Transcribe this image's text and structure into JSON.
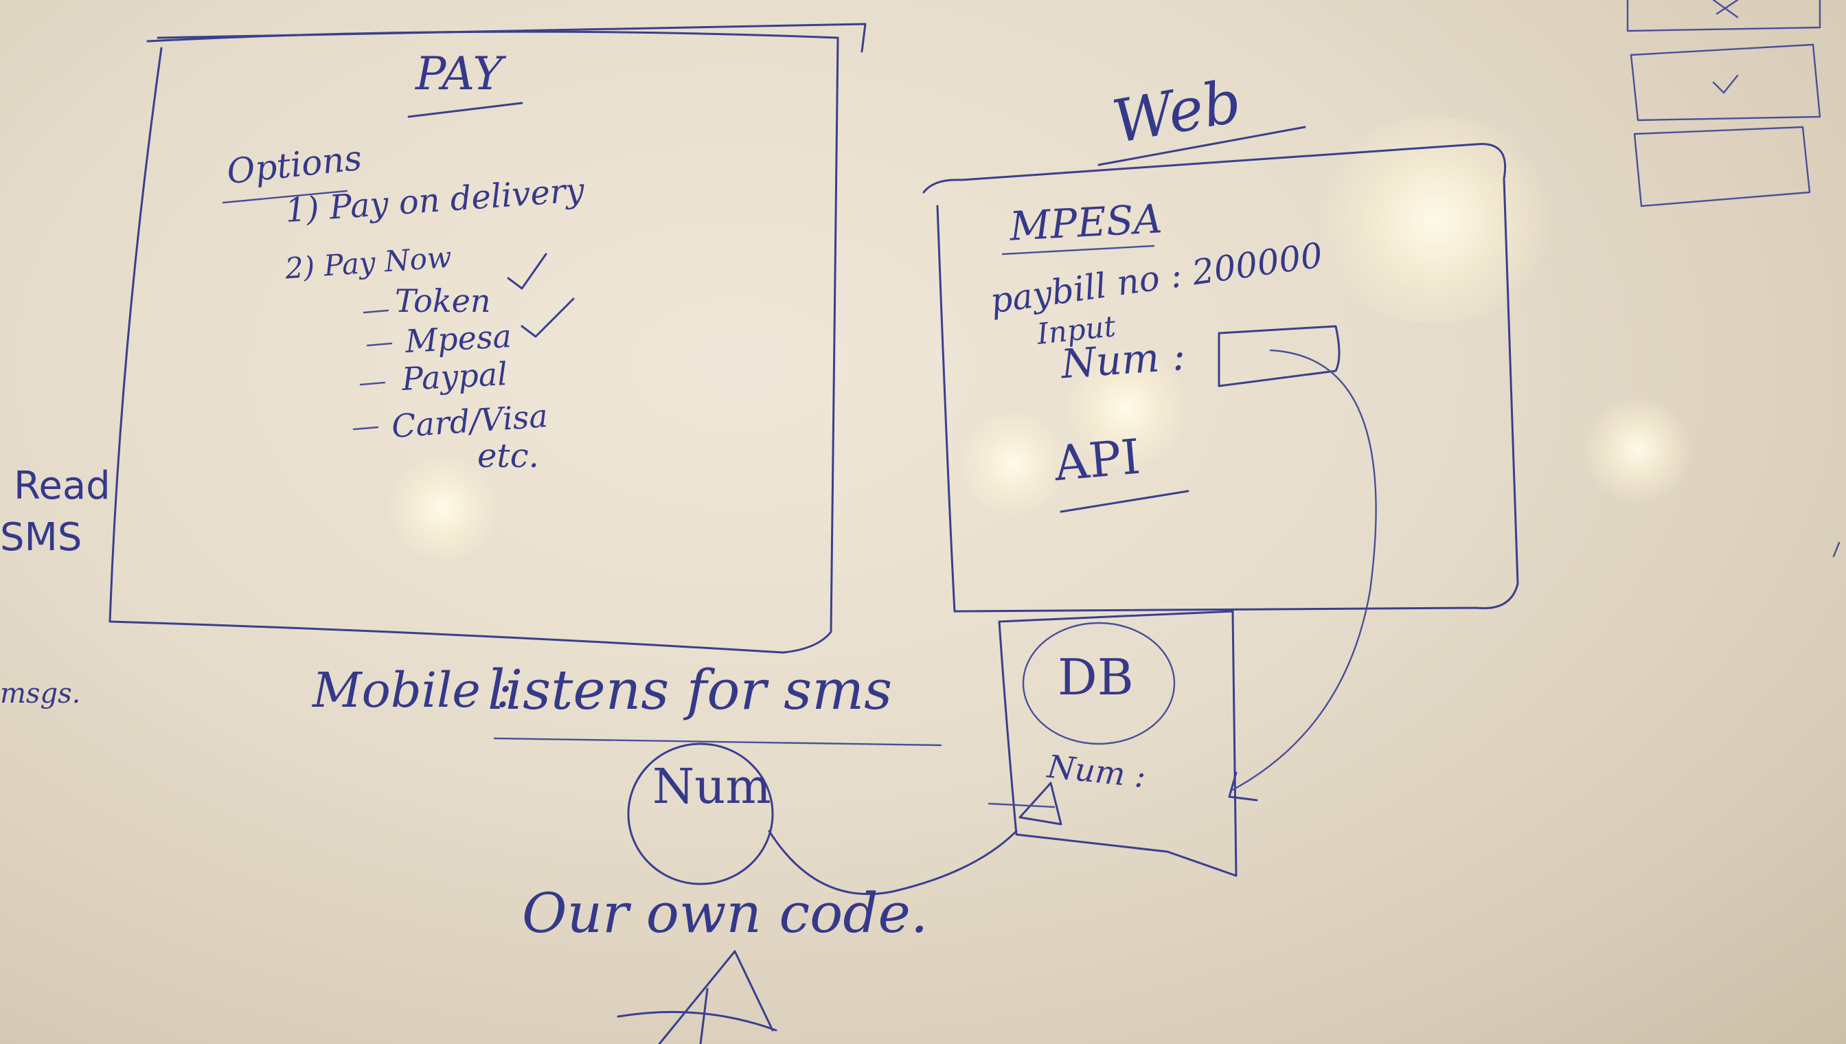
{
  "pay_box": {
    "title": "PAY",
    "options_heading": "Options",
    "option_1": "1) Pay on delivery",
    "option_2": "2) Pay Now",
    "methods": [
      "Token",
      "Mpesa",
      "Paypal",
      "Card/Visa"
    ],
    "methods_etc": "etc."
  },
  "left_notes": {
    "read_sms_1": "Read",
    "read_sms_2": "SMS",
    "msgs": "msgs."
  },
  "web_box": {
    "heading": "Web",
    "mpesa": "MPESA",
    "paybill": "paybill no : 200000",
    "input": "Input",
    "num": "Num :",
    "api": "API"
  },
  "db_box": {
    "db": "DB",
    "num": "Num :"
  },
  "mobile": {
    "label": "Mobile :",
    "listens": "listens for sms",
    "circle": "Num"
  },
  "footer": {
    "own_code": "Our own code."
  },
  "colors": {
    "ink": "#3a3f8f",
    "board": "#e6dccb"
  }
}
